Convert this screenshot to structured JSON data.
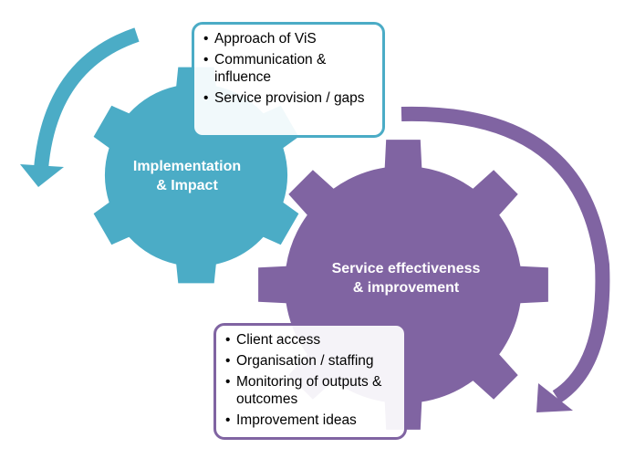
{
  "colors": {
    "teal": "#4bacc6",
    "purple": "#8064a2"
  },
  "gears": [
    {
      "label_line1": "Implementation",
      "label_line2": "& Impact"
    },
    {
      "label_line1": "Service effectiveness",
      "label_line2": "& improvement"
    }
  ],
  "boxes": [
    {
      "items": [
        "Approach of ViS",
        "Communication & influence",
        "Service provision / gaps"
      ]
    },
    {
      "items": [
        "Client access",
        "Organisation / staffing",
        "Monitoring of outputs & outcomes",
        "Improvement ideas"
      ]
    }
  ]
}
